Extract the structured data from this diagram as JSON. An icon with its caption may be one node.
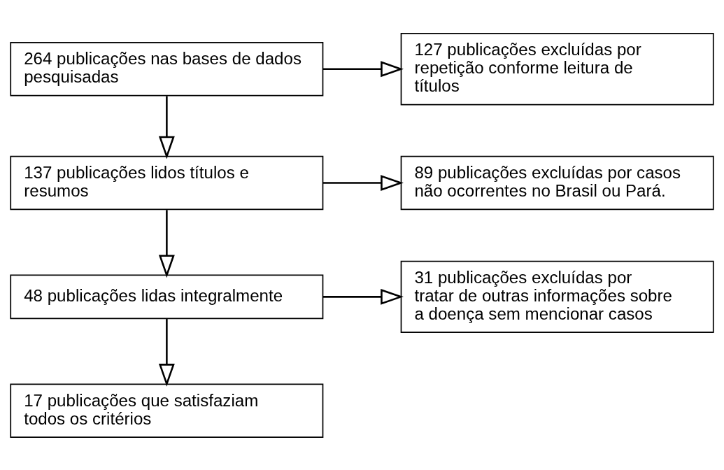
{
  "diagram": {
    "nodes": [
      {
        "text": [
          "264 publicações nas bases de dados pesquisadas"
        ]
      },
      {
        "text": [
          "127 publicações excluídas por repetição conforme leitura de títulos"
        ]
      },
      {
        "text": [
          "137 publicações lidos títulos e resumos"
        ]
      },
      {
        "text": [
          "89 publicações excluídas por casos não ocorrentes no Brasil ou Pará."
        ]
      },
      {
        "text": [
          "48 publicações lidas integralmente"
        ]
      },
      {
        "text": [
          "31 publicações excluídas por tratar de outras informações sobre a doença sem mencionar casos"
        ]
      },
      {
        "text": [
          "17 publicações que satisfaziam todos os critérios"
        ]
      }
    ],
    "edges": [
      {
        "from": 0,
        "to": 1,
        "arrow": "to"
      },
      {
        "from": 0,
        "to": 2,
        "arrow": "to"
      },
      {
        "from": 2,
        "to": 3,
        "arrow": "to"
      },
      {
        "from": 2,
        "to": 4,
        "arrow": "to"
      },
      {
        "from": 4,
        "to": 5,
        "arrow": "to"
      },
      {
        "from": 4,
        "to": 6,
        "arrow": "to"
      }
    ]
  }
}
